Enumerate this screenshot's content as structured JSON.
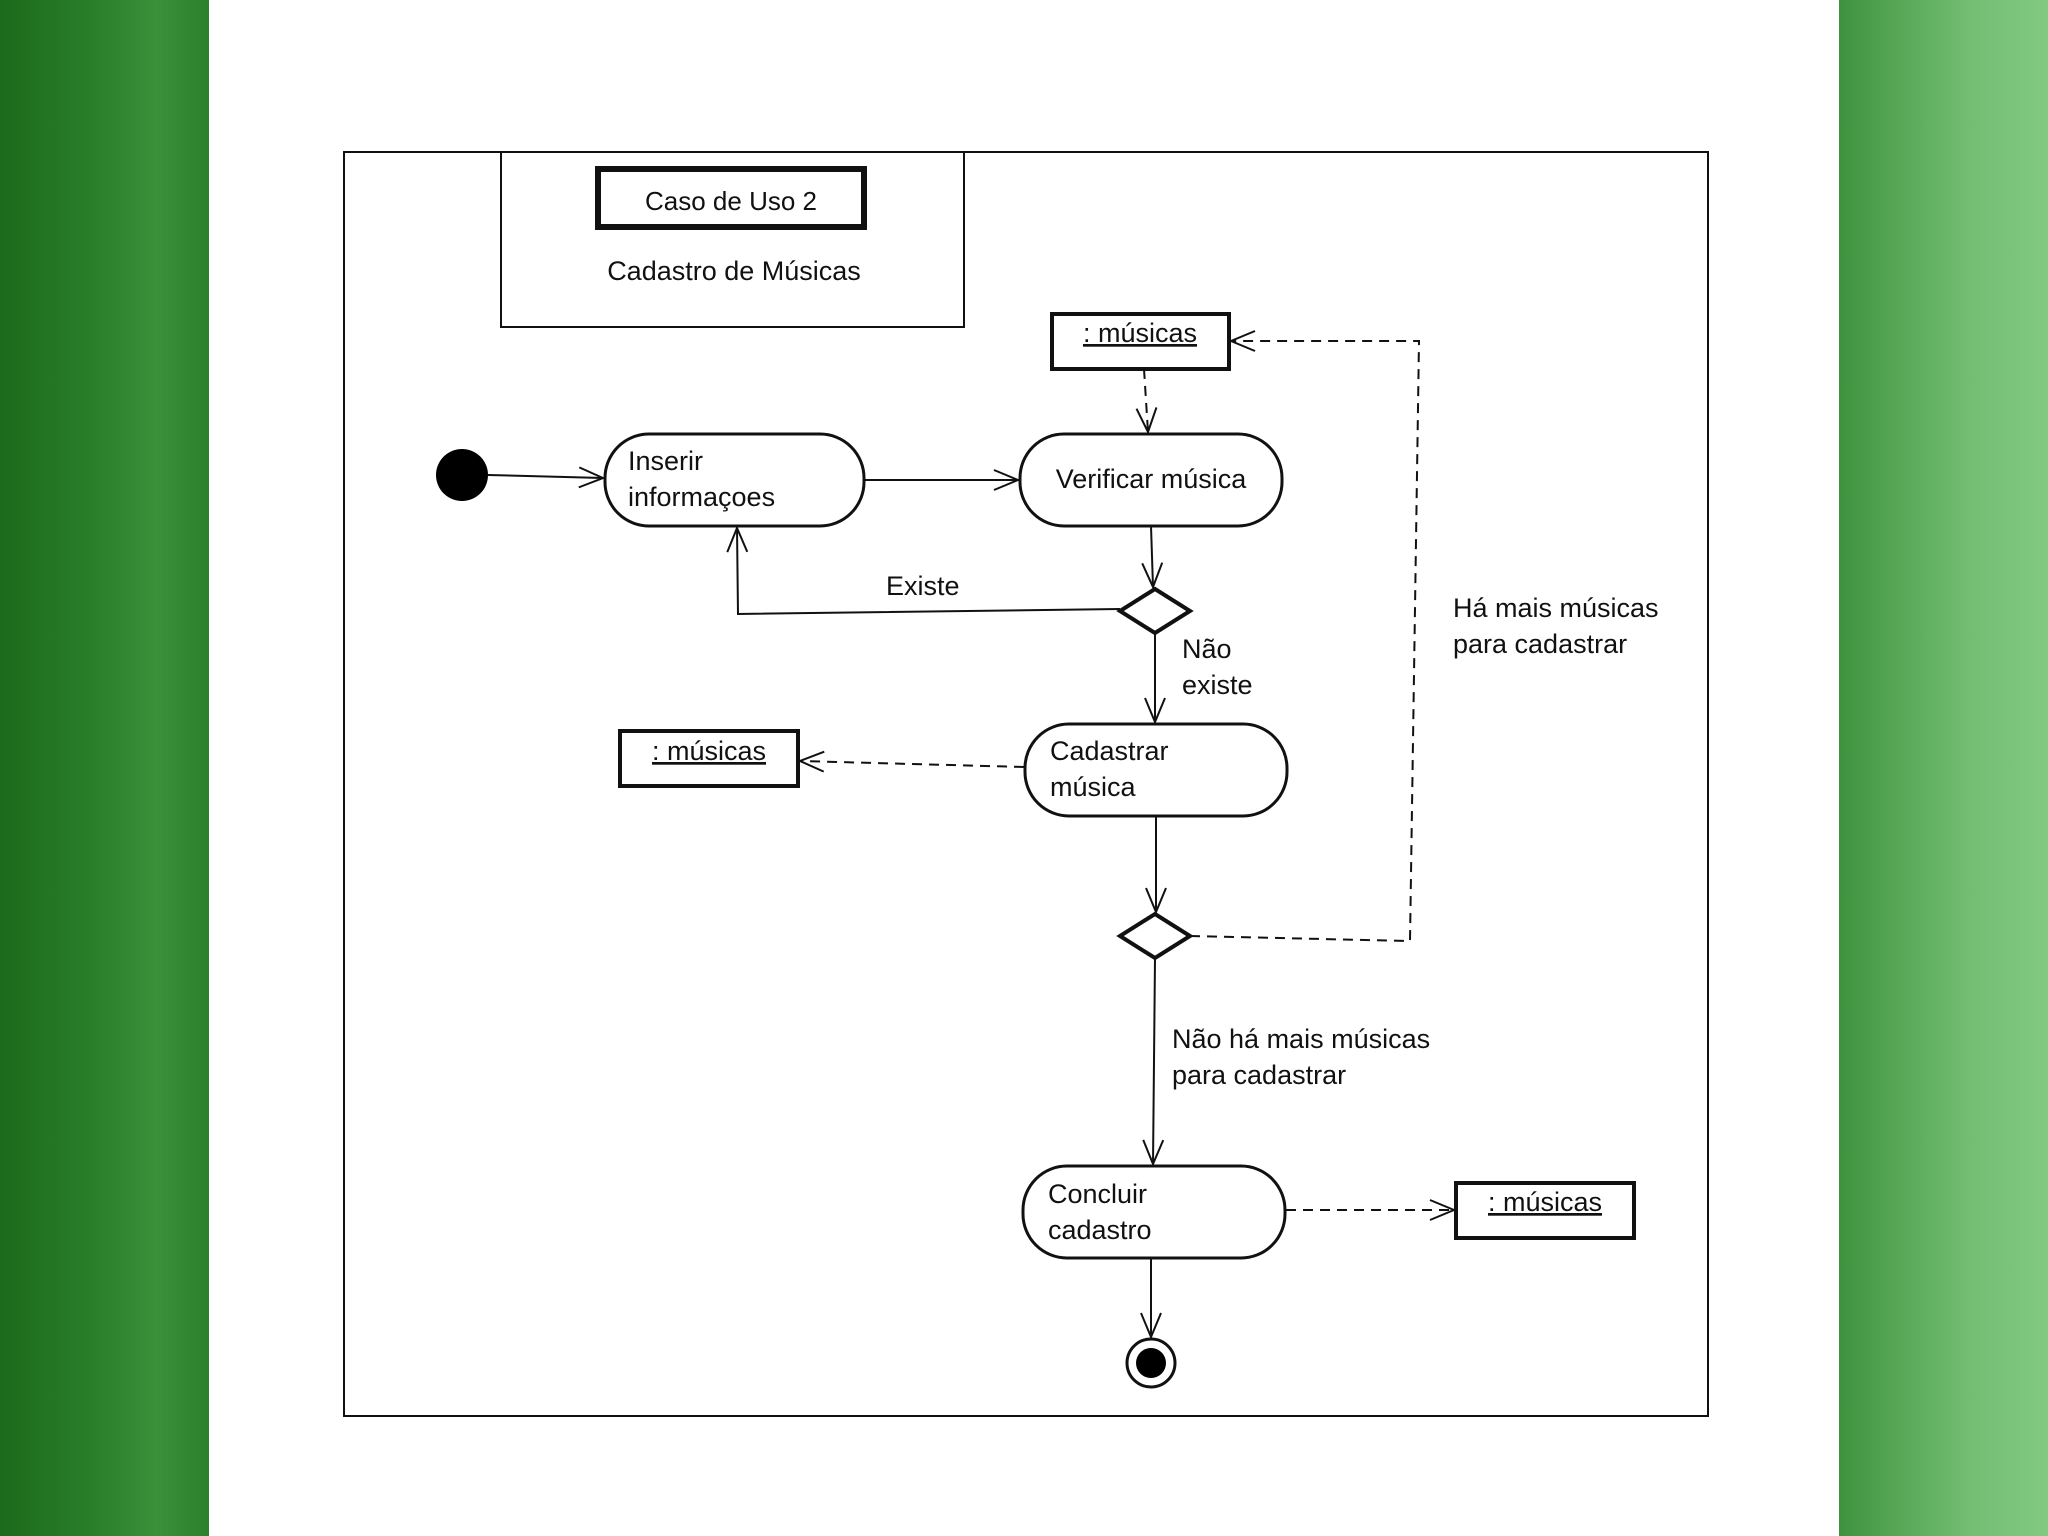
{
  "use_case": {
    "badge": "Caso de Uso 2",
    "name": "Cadastro de Músicas"
  },
  "nodes": {
    "inserir": [
      "Inserir",
      "informaçoes"
    ],
    "verificar": [
      "Verificar música"
    ],
    "cadastrar": [
      "Cadastrar",
      "música"
    ],
    "concluir": [
      "Concluir",
      "cadastro"
    ]
  },
  "objects": {
    "musicas_top": ": músicas",
    "musicas_left": ": músicas",
    "musicas_right": ": músicas"
  },
  "guards": {
    "existe": "Existe",
    "nao_existe": [
      "Não",
      "existe"
    ],
    "ha_mais": [
      "Há mais músicas",
      "para cadastrar"
    ],
    "nao_ha_mais": [
      "Não há mais músicas",
      "para cadastrar"
    ]
  },
  "colors": {
    "line": "#111111",
    "side_left": "#2a7f2a",
    "side_right": "#6db86d"
  }
}
